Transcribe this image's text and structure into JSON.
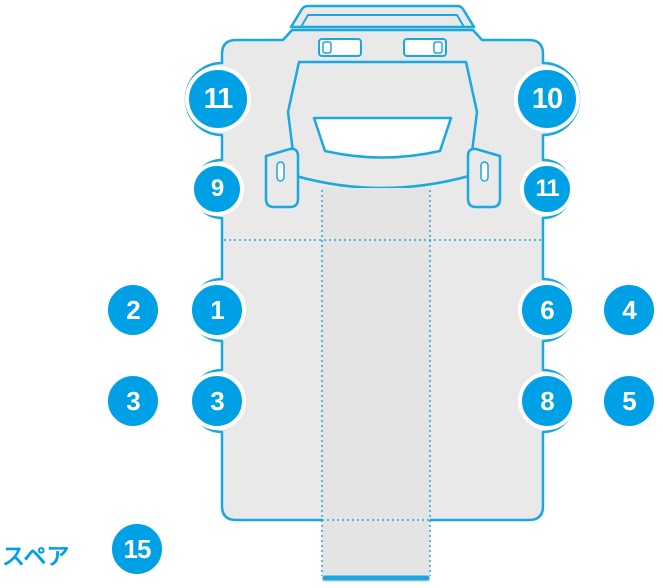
{
  "diagram": {
    "spare_label": "スペア",
    "positions": [
      {
        "name": "front-left",
        "label": "11"
      },
      {
        "name": "front-right",
        "label": "10"
      },
      {
        "name": "mid-front-left",
        "label": "9"
      },
      {
        "name": "mid-front-right",
        "label": "11"
      },
      {
        "name": "rear-axle1-left-outer",
        "label": "2"
      },
      {
        "name": "rear-axle1-left-inner",
        "label": "1"
      },
      {
        "name": "rear-axle1-right-inner",
        "label": "6"
      },
      {
        "name": "rear-axle1-right-outer",
        "label": "4"
      },
      {
        "name": "rear-axle2-left-outer",
        "label": "3"
      },
      {
        "name": "rear-axle2-left-inner",
        "label": "3"
      },
      {
        "name": "rear-axle2-right-inner",
        "label": "8"
      },
      {
        "name": "rear-axle2-right-outer",
        "label": "5"
      },
      {
        "name": "spare",
        "label": "15"
      }
    ],
    "colors": {
      "accent": "#00A0E6",
      "body_fill": "#E9E9E9",
      "channel_fill": "#E4E4E4",
      "badge_text": "#FFFFFF"
    }
  }
}
